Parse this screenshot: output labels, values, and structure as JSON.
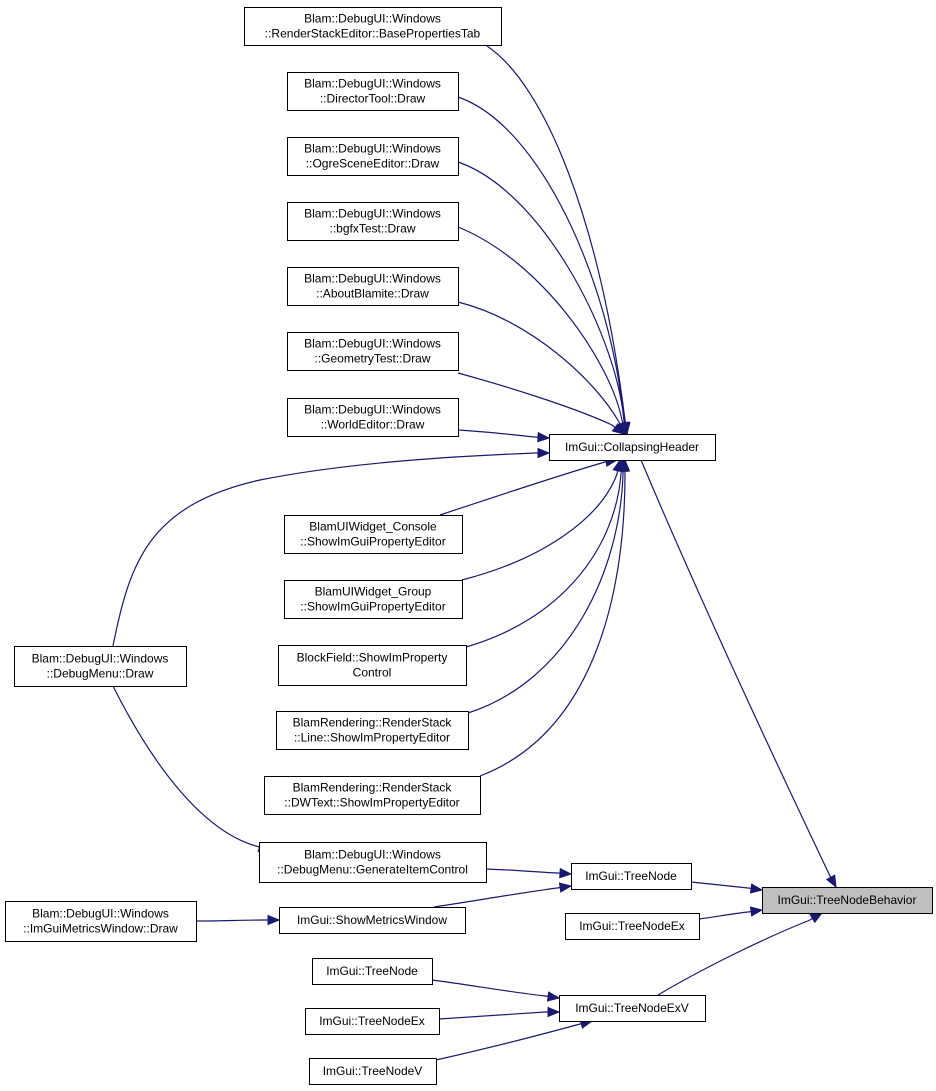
{
  "colors": {
    "edge": "#191970",
    "node_border": "#000000",
    "highlight_fill": "#bfbfbf"
  },
  "nodes": {
    "base_properties_tab": {
      "lines": [
        "Blam::DebugUI::Windows",
        "::RenderStackEditor::BasePropertiesTab"
      ]
    },
    "director_tool": {
      "lines": [
        "Blam::DebugUI::Windows",
        "::DirectorTool::Draw"
      ]
    },
    "ogre_scene_editor": {
      "lines": [
        "Blam::DebugUI::Windows",
        "::OgreSceneEditor::Draw"
      ]
    },
    "bgfx_test": {
      "lines": [
        "Blam::DebugUI::Windows",
        "::bgfxTest::Draw"
      ]
    },
    "about_blamite": {
      "lines": [
        "Blam::DebugUI::Windows",
        "::AboutBlamite::Draw"
      ]
    },
    "geometry_test": {
      "lines": [
        "Blam::DebugUI::Windows",
        "::GeometryTest::Draw"
      ]
    },
    "world_editor": {
      "lines": [
        "Blam::DebugUI::Windows",
        "::WorldEditor::Draw"
      ]
    },
    "collapsing_header": {
      "lines": [
        "ImGui::CollapsingHeader"
      ]
    },
    "widget_console": {
      "lines": [
        "BlamUIWidget_Console",
        "::ShowImGuiPropertyEditor"
      ]
    },
    "widget_group": {
      "lines": [
        "BlamUIWidget_Group",
        "::ShowImGuiPropertyEditor"
      ]
    },
    "block_field": {
      "lines": [
        "BlockField::ShowImProperty",
        "Control"
      ]
    },
    "render_stack_line": {
      "lines": [
        "BlamRendering::RenderStack",
        "::Line::ShowImPropertyEditor"
      ]
    },
    "render_stack_dwtext": {
      "lines": [
        "BlamRendering::RenderStack",
        "::DWText::ShowImPropertyEditor"
      ]
    },
    "debug_menu_draw": {
      "lines": [
        "Blam::DebugUI::Windows",
        "::DebugMenu::Draw"
      ]
    },
    "generate_item_control": {
      "lines": [
        "Blam::DebugUI::Windows",
        "::DebugMenu::GenerateItemControl"
      ]
    },
    "tree_node_main": {
      "lines": [
        "ImGui::TreeNode"
      ]
    },
    "tree_node_behavior": {
      "lines": [
        "ImGui::TreeNodeBehavior"
      ]
    },
    "metrics_window_draw": {
      "lines": [
        "Blam::DebugUI::Windows",
        "::ImGuiMetricsWindow::Draw"
      ]
    },
    "show_metrics_window": {
      "lines": [
        "ImGui::ShowMetricsWindow"
      ]
    },
    "tree_node_ex_main": {
      "lines": [
        "ImGui::TreeNodeEx"
      ]
    },
    "tree_node_low": {
      "lines": [
        "ImGui::TreeNode"
      ]
    },
    "tree_node_ex_v": {
      "lines": [
        "ImGui::TreeNodeExV"
      ]
    },
    "tree_node_ex_low": {
      "lines": [
        "ImGui::TreeNodeEx"
      ]
    },
    "tree_node_v": {
      "lines": [
        "ImGui::TreeNodeV"
      ]
    }
  }
}
